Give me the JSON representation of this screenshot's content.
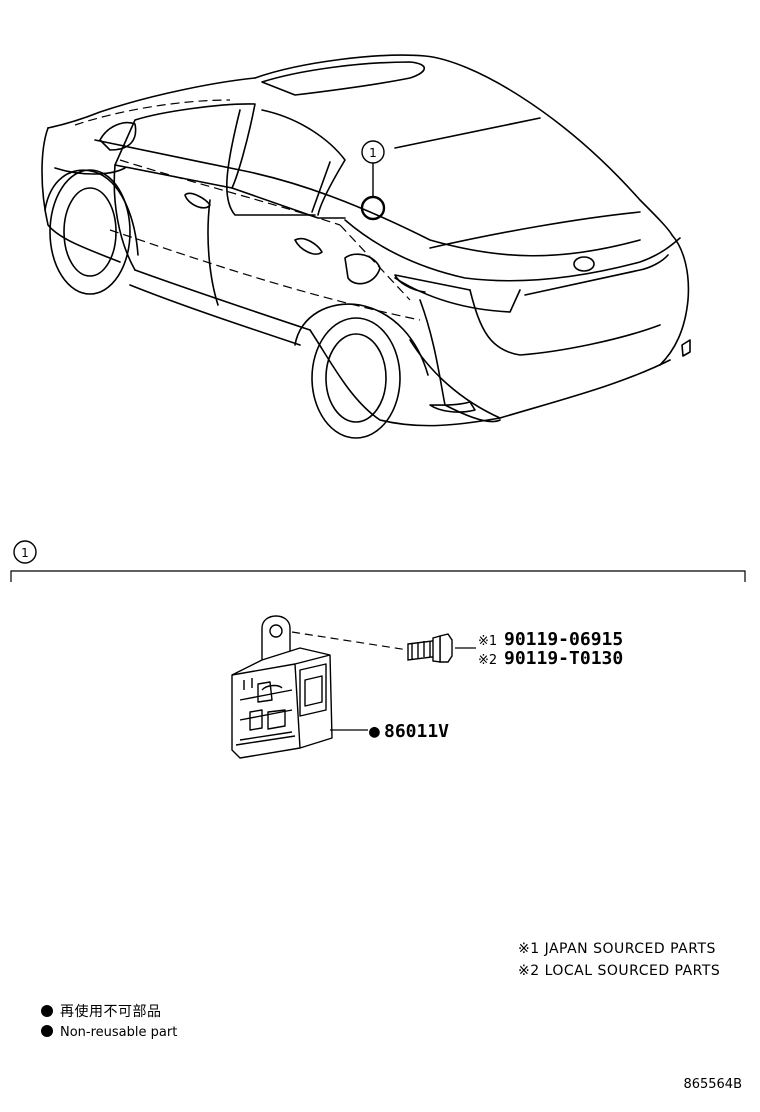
{
  "callout": {
    "number": "1"
  },
  "section": {
    "number": "1"
  },
  "parts": {
    "bolt_japan": {
      "mark": "※1",
      "number": "90119-06915"
    },
    "bolt_local": {
      "mark": "※2",
      "number": "90119-T0130"
    },
    "module": {
      "mark": "●",
      "number": "86011V"
    }
  },
  "notes": {
    "note1": "※1  JAPAN SOURCED PARTS",
    "note2": "※2  LOCAL SOURCED PARTS"
  },
  "legend": {
    "bullet": "●",
    "japanese": "再使用不可部品",
    "english": "Non-reusable part"
  },
  "illustration_id": "865564B"
}
